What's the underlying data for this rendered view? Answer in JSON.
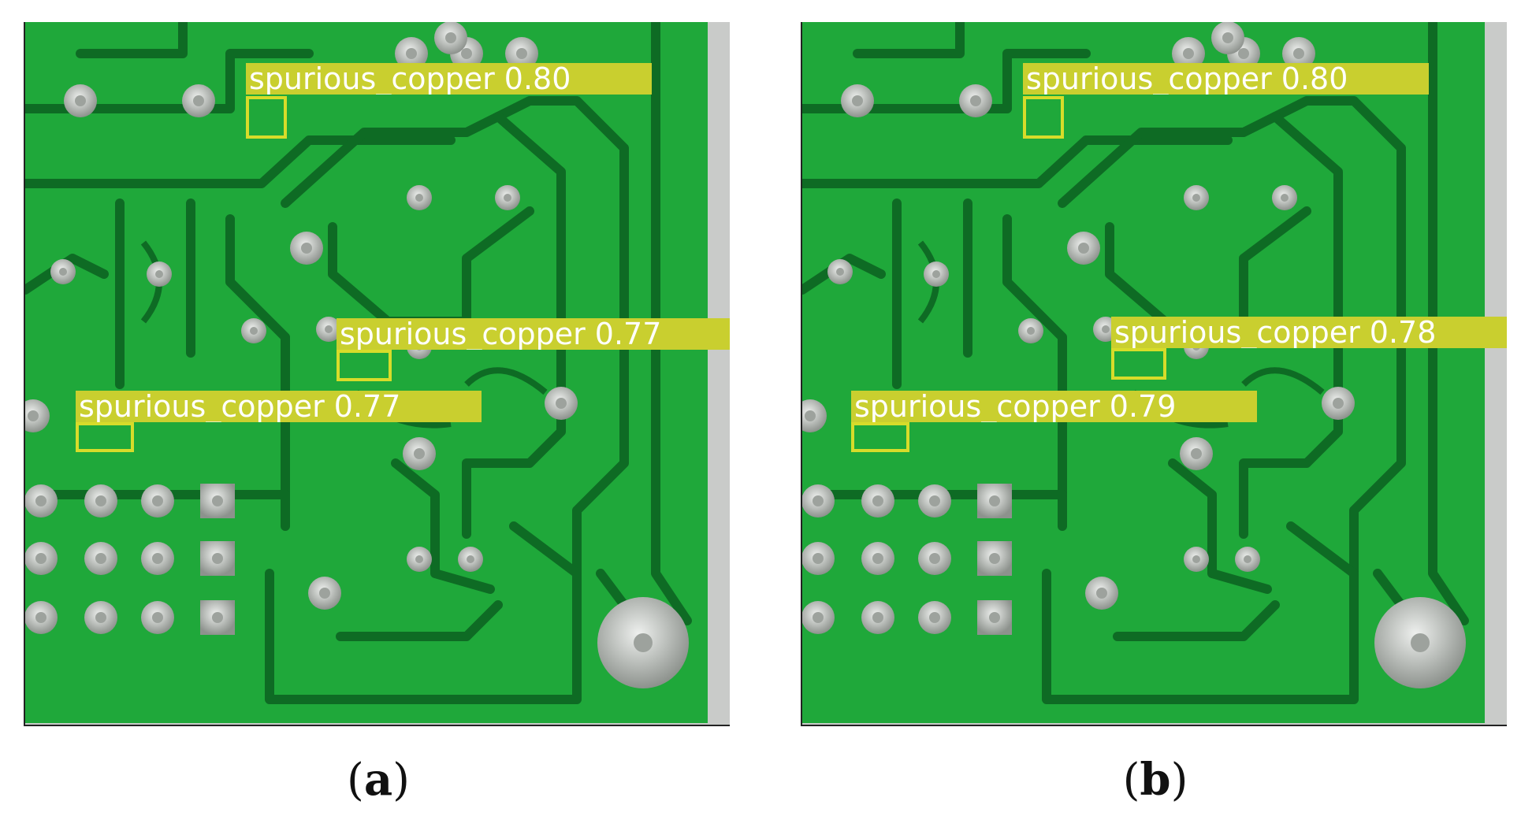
{
  "panels": [
    {
      "id": "a",
      "caption_open": "(",
      "caption_letter": "a",
      "caption_close": ")",
      "detections": [
        {
          "label": "spurious_copper 0.80",
          "class": "spurious_copper",
          "confidence": 0.8
        },
        {
          "label": "spurious_copper 0.77",
          "class": "spurious_copper",
          "confidence": 0.77
        },
        {
          "label": "spurious_copper 0.77",
          "class": "spurious_copper",
          "confidence": 0.77
        }
      ]
    },
    {
      "id": "b",
      "caption_open": "(",
      "caption_letter": "b",
      "caption_close": ")",
      "detections": [
        {
          "label": "spurious_copper 0.80",
          "class": "spurious_copper",
          "confidence": 0.8
        },
        {
          "label": "spurious_copper 0.78",
          "class": "spurious_copper",
          "confidence": 0.78
        },
        {
          "label": "spurious_copper 0.79",
          "class": "spurious_copper",
          "confidence": 0.79
        }
      ]
    }
  ],
  "colors": {
    "board": "#1fa83a",
    "trace_gap": "#0e6b24",
    "pad": "#c8ccc8",
    "detection": "#c9cf2f",
    "background": "#c9cbc9"
  }
}
